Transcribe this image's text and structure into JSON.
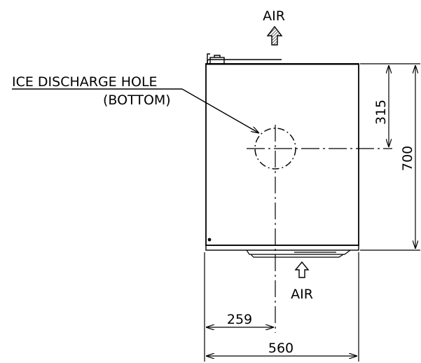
{
  "labels": {
    "air_top": "AIR",
    "air_bottom": "AIR",
    "callout_line1": "ICE DISCHARGE HOLE",
    "callout_line2": "(BOTTOM)"
  },
  "dimensions": {
    "hole_from_top": "315",
    "depth": "700",
    "hole_from_left": "259",
    "width": "560"
  },
  "colors": {
    "line": "#000000",
    "background": "#ffffff"
  }
}
